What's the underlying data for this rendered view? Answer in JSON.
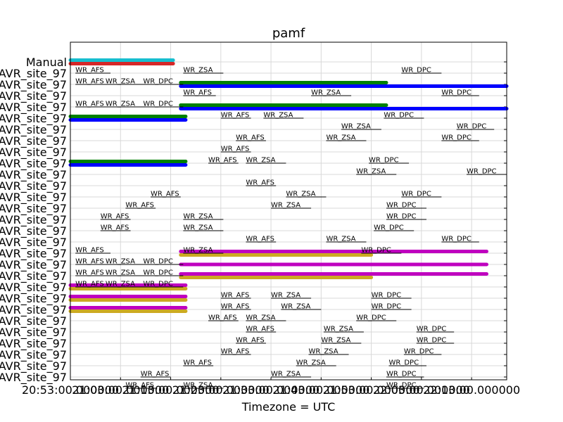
{
  "chart_data": {
    "type": "timeline",
    "title": "pamf",
    "xlabel": "Timezone = UTC",
    "ylabel": "",
    "grid": true,
    "x_tick_labels": [
      "20:53:00.000000",
      "21:03:00.000000",
      "21:13:00.000000",
      "21:23:00.000000",
      "21:33:00.000000",
      "21:43:00.000000",
      "21:53:00.000000",
      "22:03:00.000000",
      "22:13:00.000000"
    ],
    "xlim": [
      "20:53:00",
      "22:20:00"
    ],
    "row_labels": [
      "Manual",
      "AVR_site_97",
      "AVR_site_97",
      "AVR_site_97",
      "AVR_site_97",
      "AVR_site_97",
      "AVR_site_97",
      "AVR_site_97",
      "AVR_site_97",
      "AVR_site_97",
      "AVR_site_97",
      "AVR_site_97",
      "AVR_site_97",
      "AVR_site_97",
      "AVR_site_97",
      "AVR_site_97",
      "AVR_site_97",
      "AVR_site_97",
      "AVR_site_97",
      "AVR_site_97",
      "AVR_site_97",
      "AVR_site_97",
      "AVR_site_97",
      "AVR_site_97",
      "AVR_site_97",
      "AVR_site_97",
      "AVR_site_97",
      "AVR_site_97",
      "AVR_site_97"
    ],
    "bars": [
      {
        "row": 0,
        "offset": -1,
        "start": "20:53:00",
        "end": "21:13:30",
        "color": "#17becf"
      },
      {
        "row": 0,
        "offset": 1,
        "start": "20:53:00",
        "end": "21:13:30",
        "color": "#d62728"
      },
      {
        "row": 2,
        "offset": -1,
        "start": "21:15:00",
        "end": "21:56:00",
        "color": "#008000"
      },
      {
        "row": 2,
        "offset": 1,
        "start": "21:15:00",
        "end": "22:20:00",
        "color": "#0000ff"
      },
      {
        "row": 4,
        "offset": -1,
        "start": "21:15:00",
        "end": "21:56:00",
        "color": "#008000"
      },
      {
        "row": 4,
        "offset": 1,
        "start": "21:15:00",
        "end": "22:20:00",
        "color": "#0000ff"
      },
      {
        "row": 5,
        "offset": -1,
        "start": "20:53:00",
        "end": "21:16:00",
        "color": "#008000"
      },
      {
        "row": 5,
        "offset": 1,
        "start": "20:53:00",
        "end": "21:16:00",
        "color": "#0000ff"
      },
      {
        "row": 9,
        "offset": -1,
        "start": "20:53:00",
        "end": "21:16:00",
        "color": "#008000"
      },
      {
        "row": 9,
        "offset": 1,
        "start": "20:53:00",
        "end": "21:16:00",
        "color": "#0000ff"
      },
      {
        "row": 17,
        "offset": -1,
        "start": "21:15:00",
        "end": "22:16:00",
        "color": "#bf00bf"
      },
      {
        "row": 17,
        "offset": 1,
        "start": "21:15:00",
        "end": "21:53:00",
        "color": "#ccaa22"
      },
      {
        "row": 18,
        "offset": 0,
        "start": "21:15:00",
        "end": "22:16:00",
        "color": "#bf00bf"
      },
      {
        "row": 19,
        "offset": -1,
        "start": "21:15:00",
        "end": "22:16:00",
        "color": "#bf00bf"
      },
      {
        "row": 19,
        "offset": 1,
        "start": "21:15:00",
        "end": "21:53:00",
        "color": "#ccaa22"
      },
      {
        "row": 20,
        "offset": -1,
        "start": "20:53:00",
        "end": "21:16:00",
        "color": "#bf00bf"
      },
      {
        "row": 20,
        "offset": 1,
        "start": "20:53:00",
        "end": "21:16:00",
        "color": "#ccaa22"
      },
      {
        "row": 21,
        "offset": -1,
        "start": "20:53:00",
        "end": "21:16:00",
        "color": "#bf00bf"
      },
      {
        "row": 21,
        "offset": 1,
        "start": "20:53:00",
        "end": "21:16:00",
        "color": "#ccaa22"
      },
      {
        "row": 22,
        "offset": -1,
        "start": "20:53:00",
        "end": "21:16:00",
        "color": "#bf00bf"
      },
      {
        "row": 22,
        "offset": 1,
        "start": "20:53:00",
        "end": "21:16:00",
        "color": "#ccaa22"
      }
    ],
    "annotations": [
      {
        "text": "WR_AFS",
        "row": 1,
        "start": "20:54:00",
        "end": "21:01:00"
      },
      {
        "text": "WR_ZSA",
        "row": 1,
        "start": "21:15:30",
        "end": "21:23:30"
      },
      {
        "text": "WR_DPC",
        "row": 1,
        "start": "21:59:00",
        "end": "22:07:00"
      },
      {
        "text": "WR_AFS",
        "row": 2,
        "start": "20:54:00",
        "end": "21:01:00"
      },
      {
        "text": "WR_ZSA",
        "row": 2,
        "start": "21:00:00",
        "end": "21:08:00"
      },
      {
        "text": "WR_DPC",
        "row": 2,
        "start": "21:07:30",
        "end": "21:15:30"
      },
      {
        "text": "WR_AFS",
        "row": 3,
        "start": "21:15:30",
        "end": "21:22:00"
      },
      {
        "text": "WR_ZSA",
        "row": 3,
        "start": "21:41:00",
        "end": "21:49:00"
      },
      {
        "text": "WR_DPC",
        "row": 3,
        "start": "22:07:00",
        "end": "22:14:30"
      },
      {
        "text": "WR_AFS",
        "row": 4,
        "start": "20:54:00",
        "end": "21:01:00"
      },
      {
        "text": "WR_ZSA",
        "row": 4,
        "start": "21:00:00",
        "end": "21:08:00"
      },
      {
        "text": "WR_DPC",
        "row": 4,
        "start": "21:07:30",
        "end": "21:15:30"
      },
      {
        "text": "WR_AFS",
        "row": 5,
        "start": "21:23:00",
        "end": "21:29:00"
      },
      {
        "text": "WR_ZSA",
        "row": 5,
        "start": "21:31:30",
        "end": "21:39:30"
      },
      {
        "text": "WR_DPC",
        "row": 5,
        "start": "21:55:30",
        "end": "22:03:30"
      },
      {
        "text": "WR_ZSA",
        "row": 6,
        "start": "21:47:00",
        "end": "21:55:00"
      },
      {
        "text": "WR_DPC",
        "row": 6,
        "start": "22:10:00",
        "end": "22:17:30"
      },
      {
        "text": "WR_AFS",
        "row": 7,
        "start": "21:26:00",
        "end": "21:32:00"
      },
      {
        "text": "WR_ZSA",
        "row": 7,
        "start": "21:44:00",
        "end": "21:52:00"
      },
      {
        "text": "WR_DPC",
        "row": 7,
        "start": "22:07:00",
        "end": "22:14:30"
      },
      {
        "text": "WR_AFS",
        "row": 8,
        "start": "21:23:00",
        "end": "21:29:00"
      },
      {
        "text": "WR_AFS",
        "row": 9,
        "start": "21:20:30",
        "end": "21:26:30"
      },
      {
        "text": "WR_ZSA",
        "row": 9,
        "start": "21:28:00",
        "end": "21:36:00"
      },
      {
        "text": "WR_DPC",
        "row": 9,
        "start": "21:52:30",
        "end": "22:00:30"
      },
      {
        "text": "WR_ZSA",
        "row": 10,
        "start": "21:50:00",
        "end": "21:58:00"
      },
      {
        "text": "WR_DPC",
        "row": 10,
        "start": "22:12:00",
        "end": "22:20:00"
      },
      {
        "text": "WR_AFS",
        "row": 11,
        "start": "21:28:00",
        "end": "21:34:00"
      },
      {
        "text": "WR_AFS",
        "row": 12,
        "start": "21:09:00",
        "end": "21:15:00"
      },
      {
        "text": "WR_ZSA",
        "row": 12,
        "start": "21:36:00",
        "end": "21:44:00"
      },
      {
        "text": "WR_DPC",
        "row": 12,
        "start": "21:59:00",
        "end": "22:07:00"
      },
      {
        "text": "WR_AFS",
        "row": 13,
        "start": "21:04:00",
        "end": "21:10:00"
      },
      {
        "text": "WR_ZSA",
        "row": 13,
        "start": "21:33:00",
        "end": "21:41:00"
      },
      {
        "text": "WR_DPC",
        "row": 13,
        "start": "21:56:00",
        "end": "22:04:00"
      },
      {
        "text": "WR_AFS",
        "row": 14,
        "start": "20:59:00",
        "end": "21:05:00"
      },
      {
        "text": "WR_ZSA",
        "row": 14,
        "start": "21:15:30",
        "end": "21:23:30"
      },
      {
        "text": "WR_DPC",
        "row": 14,
        "start": "21:56:00",
        "end": "22:04:00"
      },
      {
        "text": "WR_AFS",
        "row": 15,
        "start": "20:59:00",
        "end": "21:05:00"
      },
      {
        "text": "WR_ZSA",
        "row": 15,
        "start": "21:15:30",
        "end": "21:23:30"
      },
      {
        "text": "WR_DPC",
        "row": 15,
        "start": "21:53:30",
        "end": "22:01:30"
      },
      {
        "text": "WR_AFS",
        "row": 16,
        "start": "21:28:00",
        "end": "21:34:00"
      },
      {
        "text": "WR_ZSA",
        "row": 16,
        "start": "21:44:00",
        "end": "21:52:00"
      },
      {
        "text": "WR_DPC",
        "row": 16,
        "start": "22:07:00",
        "end": "22:14:30"
      },
      {
        "text": "WR_AFS",
        "row": 17,
        "start": "20:54:00",
        "end": "21:01:00"
      },
      {
        "text": "WR_ZSA",
        "row": 17,
        "start": "21:15:30",
        "end": "21:23:30"
      },
      {
        "text": "WR_DPC",
        "row": 17,
        "start": "21:51:00",
        "end": "21:59:00"
      },
      {
        "text": "WR_AFS",
        "row": 18,
        "start": "20:54:00",
        "end": "21:01:00"
      },
      {
        "text": "WR_ZSA",
        "row": 18,
        "start": "21:00:00",
        "end": "21:08:00"
      },
      {
        "text": "WR_DPC",
        "row": 18,
        "start": "21:07:30",
        "end": "21:15:30"
      },
      {
        "text": "WR_AFS",
        "row": 19,
        "start": "20:54:00",
        "end": "21:01:00"
      },
      {
        "text": "WR_ZSA",
        "row": 19,
        "start": "21:00:00",
        "end": "21:08:00"
      },
      {
        "text": "WR_DPC",
        "row": 19,
        "start": "21:07:30",
        "end": "21:15:30"
      },
      {
        "text": "WR_AFS",
        "row": 20,
        "start": "20:54:00",
        "end": "21:01:00"
      },
      {
        "text": "WR_ZSA",
        "row": 20,
        "start": "21:00:00",
        "end": "21:08:00"
      },
      {
        "text": "WR_DPC",
        "row": 20,
        "start": "21:07:30",
        "end": "21:15:30"
      },
      {
        "text": "WR_AFS",
        "row": 21,
        "start": "21:23:00",
        "end": "21:29:00"
      },
      {
        "text": "WR_ZSA",
        "row": 21,
        "start": "21:33:00",
        "end": "21:41:00"
      },
      {
        "text": "WR_DPC",
        "row": 21,
        "start": "21:53:00",
        "end": "22:01:00"
      },
      {
        "text": "WR_AFS",
        "row": 22,
        "start": "21:23:00",
        "end": "21:29:00"
      },
      {
        "text": "WR_ZSA",
        "row": 22,
        "start": "21:35:00",
        "end": "21:43:00"
      },
      {
        "text": "WR_DPC",
        "row": 22,
        "start": "21:53:00",
        "end": "22:01:00"
      },
      {
        "text": "WR_AFS",
        "row": 23,
        "start": "21:20:30",
        "end": "21:26:30"
      },
      {
        "text": "WR_ZSA",
        "row": 23,
        "start": "21:28:00",
        "end": "21:36:00"
      },
      {
        "text": "WR_DPC",
        "row": 23,
        "start": "21:50:00",
        "end": "21:58:00"
      },
      {
        "text": "WR_AFS",
        "row": 24,
        "start": "21:28:00",
        "end": "21:34:00"
      },
      {
        "text": "WR_ZSA",
        "row": 24,
        "start": "21:43:30",
        "end": "21:51:30"
      },
      {
        "text": "WR_DPC",
        "row": 24,
        "start": "22:02:00",
        "end": "22:09:30"
      },
      {
        "text": "WR_AFS",
        "row": 25,
        "start": "21:26:00",
        "end": "21:32:00"
      },
      {
        "text": "WR_ZSA",
        "row": 25,
        "start": "21:43:00",
        "end": "21:51:00"
      },
      {
        "text": "WR_DPC",
        "row": 25,
        "start": "22:02:00",
        "end": "22:09:30"
      },
      {
        "text": "WR_AFS",
        "row": 26,
        "start": "21:23:00",
        "end": "21:29:00"
      },
      {
        "text": "WR_ZSA",
        "row": 26,
        "start": "21:40:30",
        "end": "21:48:30"
      },
      {
        "text": "WR_DPC",
        "row": 26,
        "start": "21:59:30",
        "end": "22:07:00"
      },
      {
        "text": "WR_AFS",
        "row": 27,
        "start": "21:15:30",
        "end": "21:21:30"
      },
      {
        "text": "WR_ZSA",
        "row": 27,
        "start": "21:38:00",
        "end": "21:46:00"
      },
      {
        "text": "WR_DPC",
        "row": 27,
        "start": "21:56:30",
        "end": "22:04:00"
      },
      {
        "text": "WR_AFS",
        "row": 28,
        "start": "21:07:00",
        "end": "21:13:00"
      },
      {
        "text": "WR_ZSA",
        "row": 28,
        "start": "21:33:00",
        "end": "21:41:00"
      },
      {
        "text": "WR_DPC",
        "row": 28,
        "start": "21:56:00",
        "end": "22:03:30"
      },
      {
        "text": "WR_AFS",
        "row": 29,
        "start": "21:04:00",
        "end": "21:10:00"
      },
      {
        "text": "WR_ZSA",
        "row": 29,
        "start": "21:15:30",
        "end": "21:23:30"
      },
      {
        "text": "WR_DPC",
        "row": 29,
        "start": "21:56:00",
        "end": "22:03:30"
      }
    ]
  }
}
